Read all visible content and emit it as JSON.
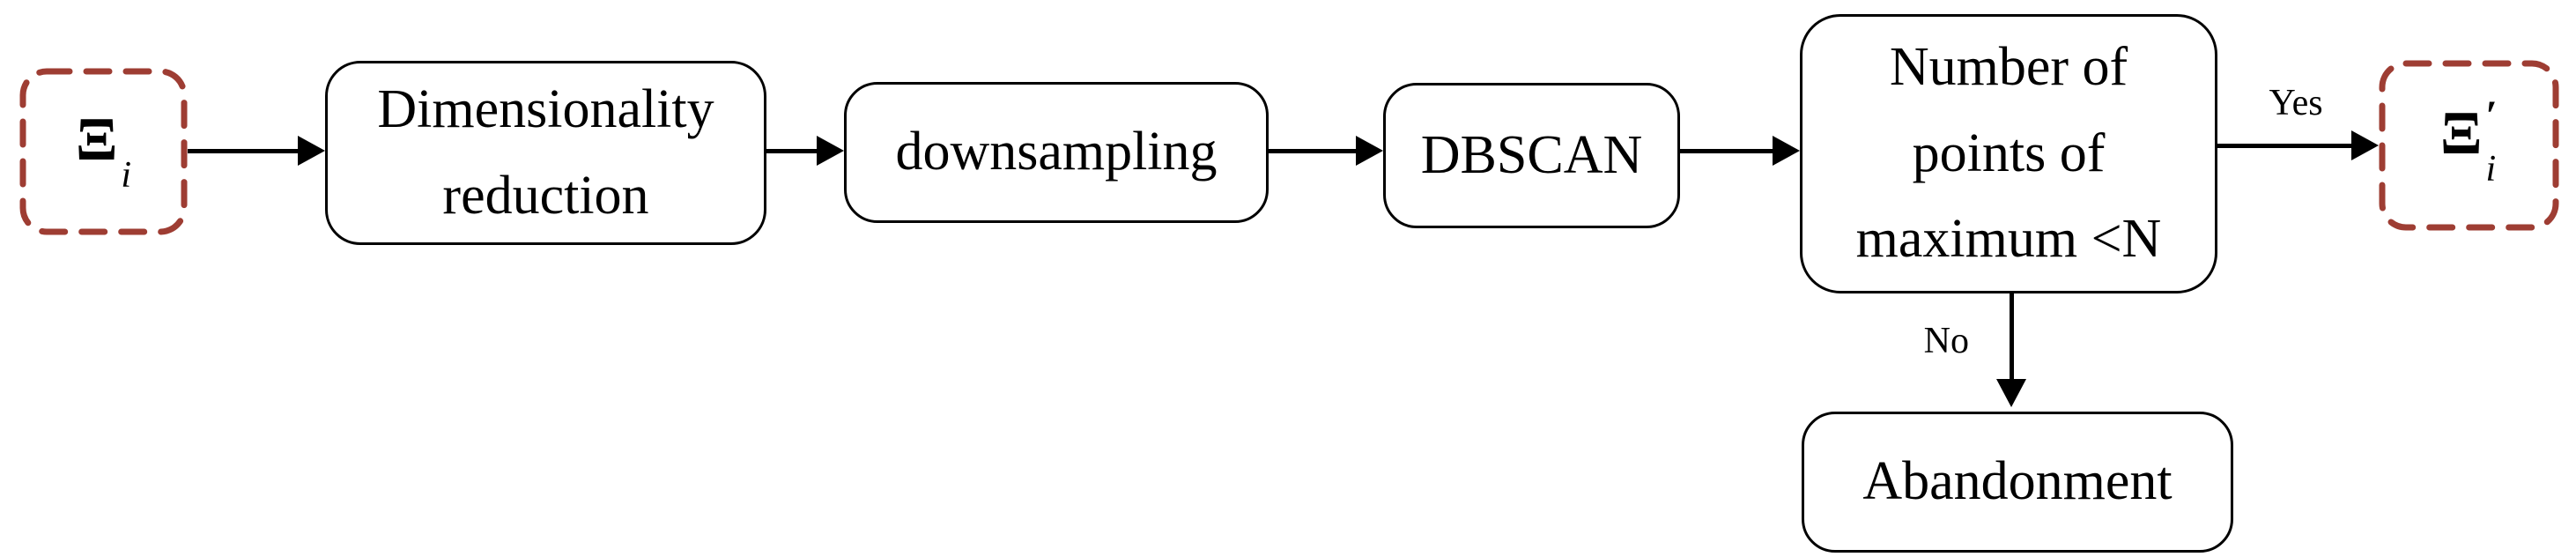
{
  "colors": {
    "io_border": "#9e3d33",
    "box_border": "#000000",
    "arrow": "#000000",
    "text": "#000000",
    "background": "#ffffff"
  },
  "nodes": {
    "input": {
      "symbol": "Ξ",
      "subscript": "i",
      "prime": ""
    },
    "dimensionality_reduction": {
      "label": "Dimensionality\nreduction"
    },
    "downsampling": {
      "label": "downsampling"
    },
    "dbscan": {
      "label": "DBSCAN"
    },
    "decision": {
      "label": "Number of\npoints of\nmaximum <N"
    },
    "output": {
      "symbol": "Ξ",
      "subscript": "i",
      "prime": "′"
    },
    "abandonment": {
      "label": "Abandonment"
    }
  },
  "edge_labels": {
    "yes": "Yes",
    "no": "No"
  }
}
